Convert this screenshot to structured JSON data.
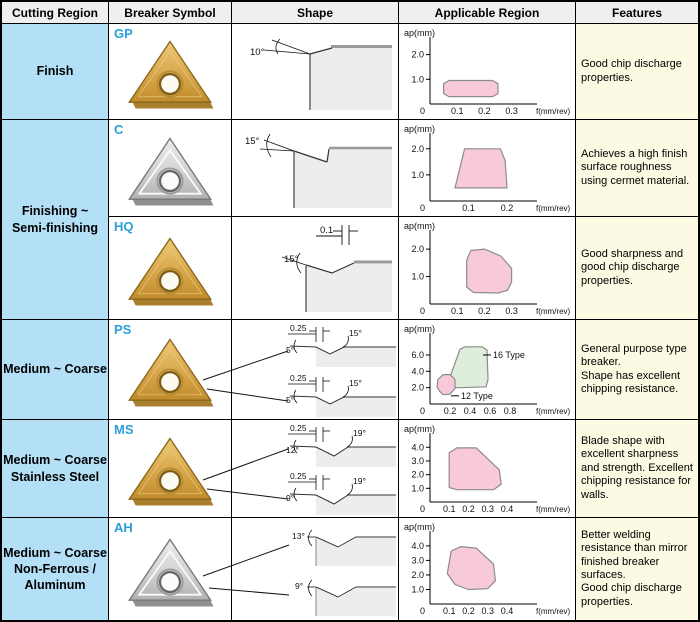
{
  "header": {
    "columns": [
      "Cutting Region",
      "Breaker Symbol",
      "Shape",
      "Applicable Region",
      "Features"
    ]
  },
  "colors": {
    "region_bg": "#b3e0f7",
    "features_bg": "#fcfae3",
    "header_bg": "#efefef",
    "symbol_blue": "#2b9fdb",
    "chart_pink": "#f7c9da",
    "chart_green": "#dfeddb",
    "insert_gold": "#d9a64e",
    "insert_silver": "#c9c9c9"
  },
  "rows": [
    {
      "region": "Finish",
      "symbol": "GP",
      "insert": "gold",
      "shape": {
        "angle": "10°"
      },
      "features": "Good chip discharge properties."
    },
    {
      "region": "Finishing ~\nSemi-finishing",
      "symbol": "C",
      "insert": "silver",
      "shape": {
        "angle": "15°"
      },
      "features": "Achieves a high finish surface roughness using cermet material."
    },
    {
      "symbol": "HQ",
      "insert": "gold",
      "shape": {
        "dim": "0.1",
        "angle": "15°"
      },
      "features": "Good sharpness and good chip discharge properties."
    },
    {
      "region": "Medium ~ Coarse",
      "symbol": "PS",
      "insert": "gold",
      "shape": {
        "top": {
          "dim": "0.25",
          "left": "5°",
          "right": "15°"
        },
        "bottom": {
          "dim": "0.25",
          "left": "5°",
          "right": "15°"
        }
      },
      "features": "General purpose type breaker.\nShape has excellent chipping resistance."
    },
    {
      "region": "Medium ~ Coarse\nStainless Steel",
      "symbol": "MS",
      "insert": "gold",
      "shape": {
        "top": {
          "dim": "0.25",
          "left": "12°",
          "right": "19°"
        },
        "bottom": {
          "dim": "0.25",
          "left": "9°",
          "right": "19°"
        }
      },
      "features": "Blade shape with excellent sharpness and strength. Excellent chipping resistance for walls."
    },
    {
      "region": "Medium ~ Coarse\nNon-Ferrous /\nAluminum",
      "symbol": "AH",
      "insert": "silver",
      "shape": {
        "top": {
          "angle": "13°"
        },
        "bottom": {
          "angle": "9°"
        }
      },
      "features": "Better welding resistance than mirror finished breaker surfaces.\nGood chip discharge properties."
    }
  ],
  "chart_data": [
    {
      "type": "area",
      "title": "GP applicable region",
      "ylabel": "ap(mm)",
      "xlabel": "f(mm/rev)",
      "ylim": [
        0,
        2.55
      ],
      "xlim": [
        0,
        0.375
      ],
      "yticks": [
        "1.0",
        "2.0"
      ],
      "xticks": [
        "0.1",
        "0.2",
        "0.3"
      ],
      "regions": [
        {
          "name": "applicable",
          "fill": "#f7c9da",
          "points": [
            [
              0.07,
              0.3
            ],
            [
              0.23,
              0.3
            ],
            [
              0.25,
              0.42
            ],
            [
              0.25,
              0.82
            ],
            [
              0.23,
              0.95
            ],
            [
              0.07,
              0.95
            ],
            [
              0.05,
              0.82
            ],
            [
              0.05,
              0.42
            ]
          ]
        }
      ]
    },
    {
      "type": "area",
      "title": "C applicable region",
      "ylabel": "ap(mm)",
      "xlabel": "f(mm/rev)",
      "ylim": [
        0,
        2.45
      ],
      "xlim": [
        0,
        0.265
      ],
      "yticks": [
        "1.0",
        "2.0"
      ],
      "xticks": [
        "0.1",
        "0.2"
      ],
      "regions": [
        {
          "name": "applicable",
          "fill": "#f7c9da",
          "points": [
            [
              0.065,
              0.5
            ],
            [
              0.2,
              0.5
            ],
            [
              0.195,
              1.55
            ],
            [
              0.183,
              2.0
            ],
            [
              0.09,
              2.0
            ]
          ]
        }
      ]
    },
    {
      "type": "area",
      "title": "HQ applicable region",
      "ylabel": "ap(mm)",
      "xlabel": "f(mm/rev)",
      "ylim": [
        0,
        2.55
      ],
      "xlim": [
        0,
        0.375
      ],
      "yticks": [
        "1.0",
        "2.0"
      ],
      "xticks": [
        "0.1",
        "0.2",
        "0.3"
      ],
      "regions": [
        {
          "name": "applicable",
          "fill": "#f7c9da",
          "points": [
            [
              0.135,
              0.62
            ],
            [
              0.16,
              0.42
            ],
            [
              0.25,
              0.4
            ],
            [
              0.285,
              0.5
            ],
            [
              0.3,
              0.8
            ],
            [
              0.3,
              1.3
            ],
            [
              0.26,
              1.75
            ],
            [
              0.2,
              2.0
            ],
            [
              0.15,
              1.95
            ],
            [
              0.135,
              1.6
            ]
          ]
        }
      ]
    },
    {
      "type": "area",
      "title": "PS applicable region",
      "ylabel": "ap(mm)",
      "xlabel": "f(mm/rev)",
      "ylim": [
        0,
        8.2
      ],
      "xlim": [
        0,
        1.02
      ],
      "yticks": [
        "2.0",
        "4.0",
        "6.0"
      ],
      "xticks": [
        "0.2",
        "0.4",
        "0.6",
        "0.8"
      ],
      "regions": [
        {
          "name": "16 Type",
          "fill": "#dfeddb",
          "points": [
            [
              0.2,
              2.0
            ],
            [
              0.2,
              3.3
            ],
            [
              0.3,
              6.7
            ],
            [
              0.35,
              7.0
            ],
            [
              0.52,
              7.0
            ],
            [
              0.57,
              6.6
            ],
            [
              0.58,
              3.0
            ],
            [
              0.56,
              2.1
            ],
            [
              0.3,
              2.0
            ]
          ]
        },
        {
          "name": "12 Type",
          "fill": "#f7c9da",
          "points": [
            [
              0.1,
              1.5
            ],
            [
              0.07,
              2.1
            ],
            [
              0.08,
              3.0
            ],
            [
              0.13,
              3.6
            ],
            [
              0.2,
              3.6
            ],
            [
              0.25,
              3.0
            ],
            [
              0.25,
              1.9
            ],
            [
              0.2,
              1.2
            ],
            [
              0.13,
              1.15
            ]
          ]
        }
      ],
      "annotations": [
        {
          "text": "16 Type",
          "at": [
            0.62,
            6.0
          ]
        },
        {
          "text": "12 Type",
          "at": [
            0.3,
            1.0
          ]
        }
      ]
    },
    {
      "type": "area",
      "title": "MS applicable region",
      "ylabel": "ap(mm)",
      "xlabel": "f(mm/rev)",
      "ylim": [
        0,
        4.75
      ],
      "xlim": [
        0,
        0.53
      ],
      "yticks": [
        "1.0",
        "2.0",
        "3.0",
        "4.0"
      ],
      "xticks": [
        "0.1",
        "0.2",
        "0.3",
        "0.4"
      ],
      "regions": [
        {
          "name": "applicable",
          "fill": "#f7c9da",
          "points": [
            [
              0.1,
              1.05
            ],
            [
              0.1,
              3.6
            ],
            [
              0.14,
              3.95
            ],
            [
              0.24,
              3.95
            ],
            [
              0.36,
              2.35
            ],
            [
              0.37,
              1.3
            ],
            [
              0.33,
              0.9
            ],
            [
              0.14,
              0.9
            ]
          ]
        }
      ]
    },
    {
      "type": "area",
      "title": "AH applicable region",
      "ylabel": "ap(mm)",
      "xlabel": "f(mm/rev)",
      "ylim": [
        0,
        4.75
      ],
      "xlim": [
        0,
        0.53
      ],
      "yticks": [
        "1.0",
        "2.0",
        "3.0",
        "4.0"
      ],
      "xticks": [
        "0.1",
        "0.2",
        "0.3",
        "0.4"
      ],
      "regions": [
        {
          "name": "applicable",
          "fill": "#f7c9da",
          "points": [
            [
              0.09,
              2.1
            ],
            [
              0.11,
              3.65
            ],
            [
              0.16,
              3.95
            ],
            [
              0.24,
              3.85
            ],
            [
              0.33,
              2.75
            ],
            [
              0.34,
              1.6
            ],
            [
              0.3,
              1.05
            ],
            [
              0.2,
              1.0
            ],
            [
              0.13,
              1.35
            ]
          ]
        }
      ]
    }
  ]
}
